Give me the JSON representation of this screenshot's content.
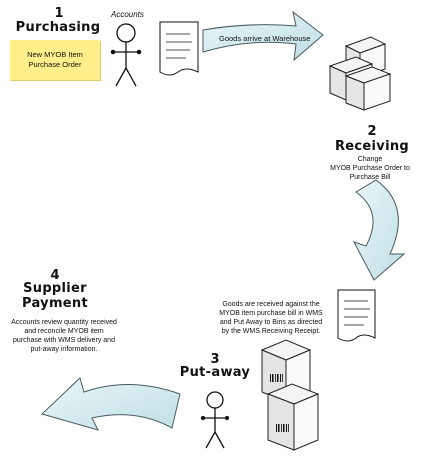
{
  "steps": [
    {
      "number": "1",
      "title": "Purchasing"
    },
    {
      "number": "2",
      "title": "Receiving",
      "description": "Change\nMYOB Purchase Order to\nPurchase Bill"
    },
    {
      "number": "3",
      "title": "Put-away"
    },
    {
      "number": "4",
      "title": "Supplier\nPayment",
      "description": "Accounts review quantity received\nand reconcile MYOB item\npurchase with WMS delivery and\nput-away information."
    }
  ],
  "accounts_label": "Accounts",
  "note": "New MYOB Item\nPurchase Order",
  "arrival_label": "Goods arrive at Warehouse",
  "received_description": "Goods are received against the\nMYOB item purchase bill in WMS\nand Put Away to Bins as directed\nby the WMS Receiving Receipt.",
  "colors": {
    "arrow_fill": "#d4ecef",
    "arrow_stroke": "#4a5a60",
    "note_fill": "#ffef8a",
    "box_fill": "#f4f4f4"
  }
}
